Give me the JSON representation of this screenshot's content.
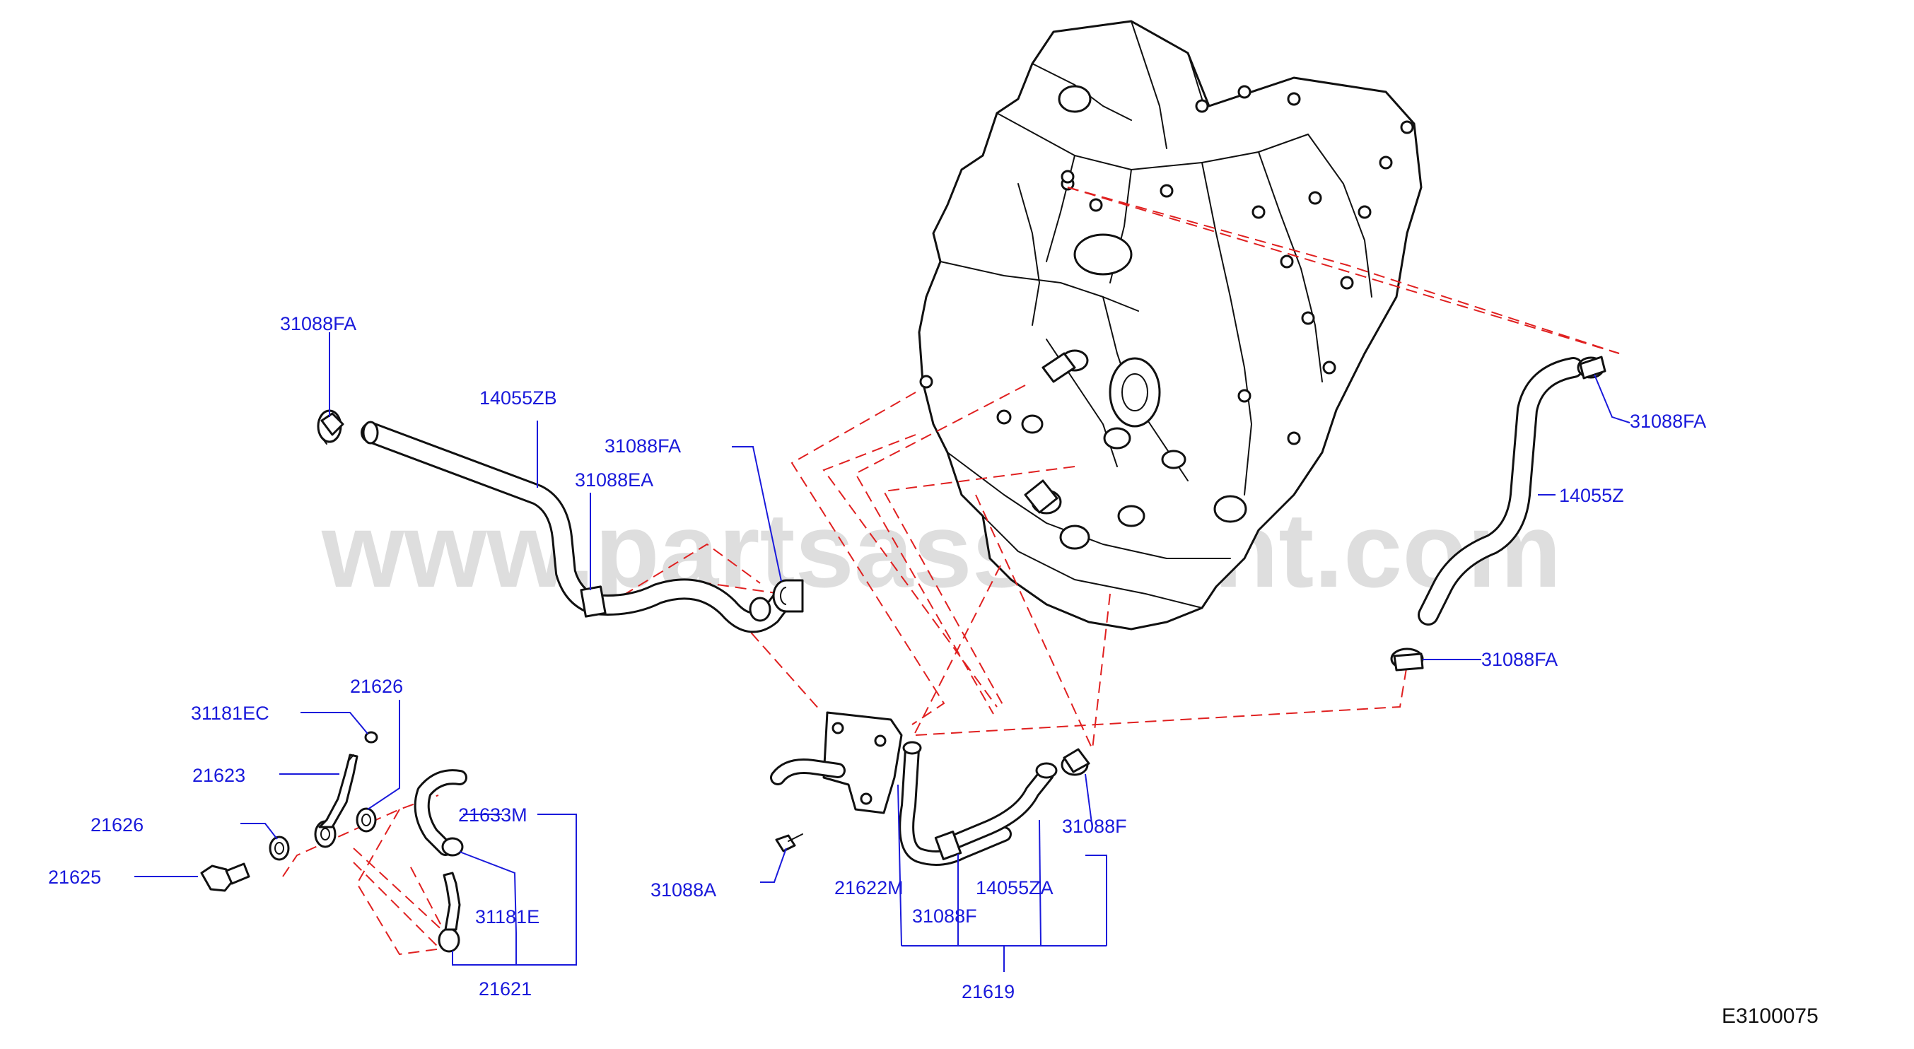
{
  "watermark": "www.partsassistant.com",
  "diagram_code": "E3100075",
  "labels": {
    "l31088FA_a": "31088FA",
    "l14055ZB": "14055ZB",
    "l31088FA_b": "31088FA",
    "l31088EA": "31088EA",
    "l31088FA_c": "31088FA",
    "l14055Z": "14055Z",
    "l31088FA_d": "31088FA",
    "l21626_a": "21626",
    "l31181EC": "31181EC",
    "l21623": "21623",
    "l21626_b": "21626",
    "l21625": "21625",
    "l21633M": "21633M",
    "l31181E": "31181E",
    "l21621": "21621",
    "l31088A": "31088A",
    "l21622M": "21622M",
    "l31088F_a": "31088F",
    "l14055ZA": "14055ZA",
    "l31088F_b": "31088F",
    "l21619": "21619"
  }
}
